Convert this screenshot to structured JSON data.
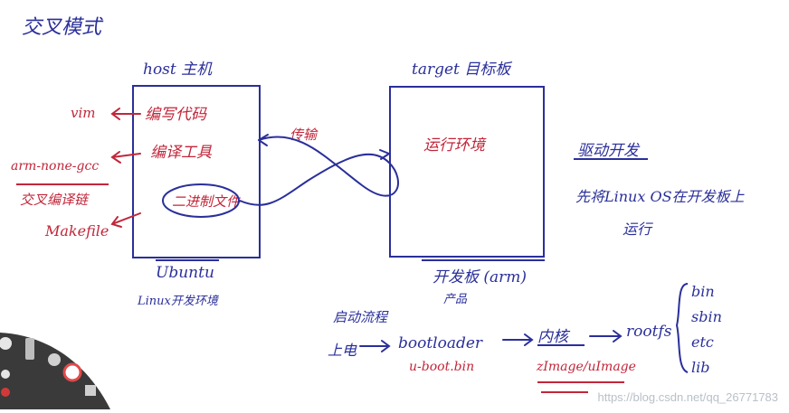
{
  "title": "交叉模式",
  "host": {
    "heading": "host 主机",
    "os": "Ubuntu",
    "os_desc": "Linux开发环境"
  },
  "target": {
    "heading": "target 目标板",
    "board": "开发板 (arm)",
    "product": "产品"
  },
  "host_items": {
    "edit_code": "编写代码",
    "compile_tool": "编译工具",
    "binary_file": "二进制文件"
  },
  "left_tools": {
    "vim": "vim",
    "gcc": "arm-none-gcc",
    "cross_chain": "交叉编译链",
    "makefile": "Makefile"
  },
  "link_label": "传输",
  "runtime_env": "运行环境",
  "driver": {
    "title": "驱动开发",
    "desc": "先将Linux OS在开发板上",
    "run": "运行"
  },
  "boot": {
    "flow_label": "启动流程",
    "power_on": "上电",
    "bootloader": "bootloader",
    "uboot": "u-boot.bin",
    "kernel": "内核",
    "kernel_img": "zImage/uImage",
    "rootfs": "rootfs",
    "dirs": [
      "bin",
      "sbin",
      "etc",
      "lib"
    ]
  },
  "watermark": "https://blog.csdn.net/qq_26771783",
  "colors": {
    "blue_ink": "#2a2f9a",
    "red_ink": "#c2263a"
  }
}
